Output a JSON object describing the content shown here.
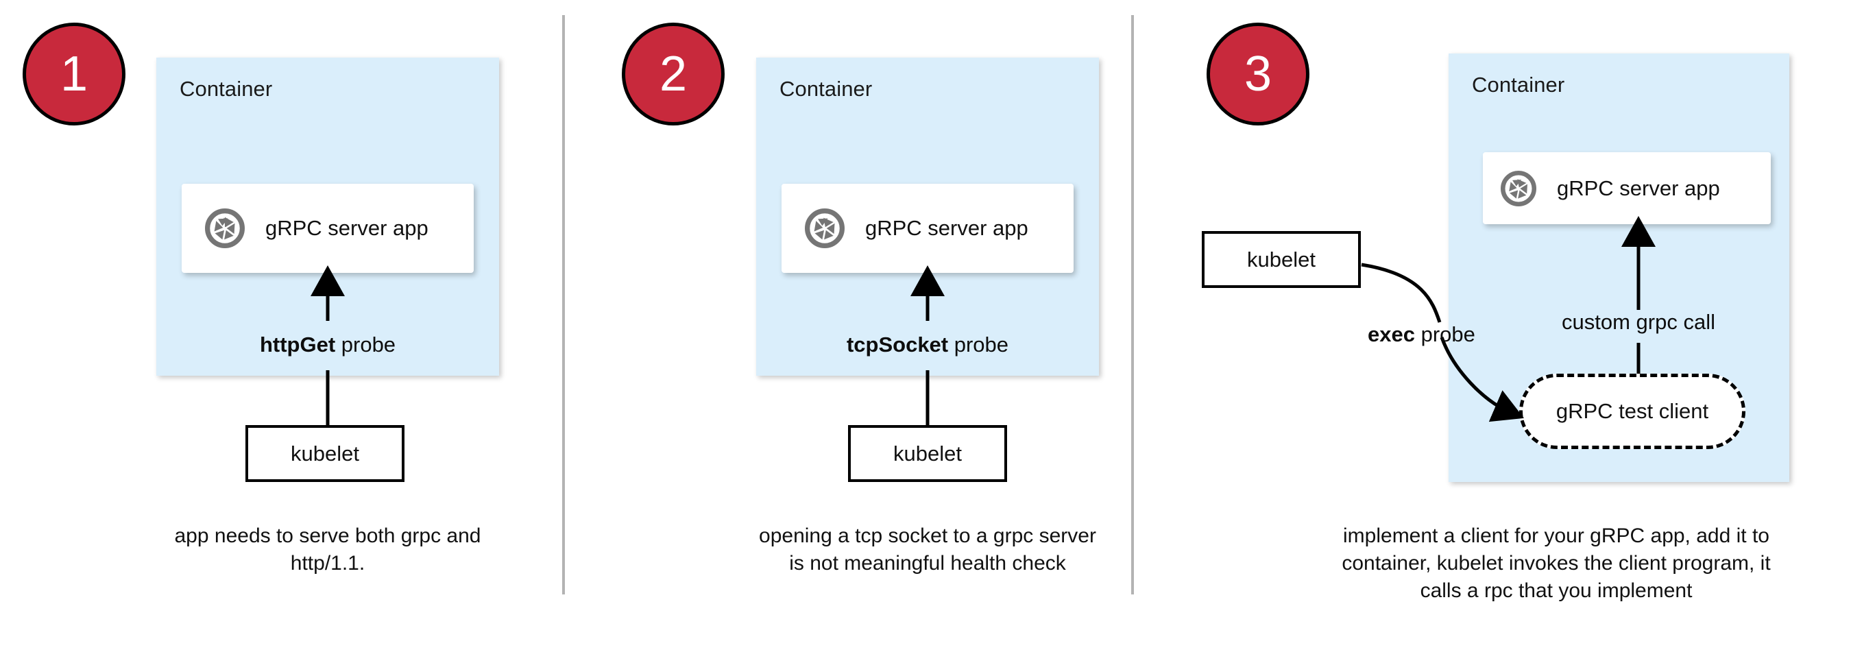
{
  "diagram": {
    "title": "gRPC health probe approaches in Kubernetes",
    "divider_color": "#b3b3b3",
    "badge_color": "#c8293c",
    "container_color": "#daeefb",
    "icon_color": "#757575"
  },
  "panels": [
    {
      "badge": "1",
      "container_label": "Container",
      "app_label": "gRPC server app",
      "app_icon": "grpc-aperture-icon",
      "probe_label_bold": "httpGet",
      "probe_label_rest": " probe",
      "kubelet_label": "kubelet",
      "caption": "app needs to serve both grpc and http/1.1."
    },
    {
      "badge": "2",
      "container_label": "Container",
      "app_label": "gRPC server app",
      "app_icon": "grpc-aperture-icon",
      "probe_label_bold": "tcpSocket",
      "probe_label_rest": " probe",
      "kubelet_label": "kubelet",
      "caption": "opening a tcp socket to a grpc server is not meaningful health check"
    },
    {
      "badge": "3",
      "container_label": "Container",
      "app_label": "gRPC server app",
      "app_icon": "grpc-aperture-icon",
      "probe_label_bold": "exec",
      "probe_label_rest": " probe",
      "kubelet_label": "kubelet",
      "test_client_label": "gRPC test client",
      "custom_call_label": "custom grpc call",
      "caption": "implement a client for your gRPC app, add it to container, kubelet invokes the client program, it calls a rpc that you implement"
    }
  ]
}
